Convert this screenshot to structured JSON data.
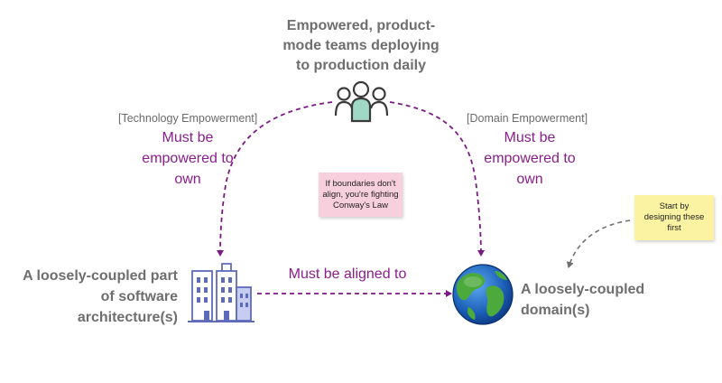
{
  "top_label": [
    "Empowered, product-",
    "mode teams deploying",
    "to production daily"
  ],
  "left_tag": "[Technology Empowerment]",
  "right_tag": "[Domain Empowerment]",
  "left_arrow_label": [
    "Must be",
    "empowered to",
    "own"
  ],
  "right_arrow_label": [
    "Must be",
    "empowered to",
    "own"
  ],
  "bottom_arrow_label": "Must be aligned to",
  "software_label": [
    "A loosely-coupled part",
    "of software",
    "architecture(s)"
  ],
  "domain_label": [
    "A loosely-coupled",
    "domain(s)"
  ],
  "pink_note": [
    "If boundaries don't",
    "align, you're fighting",
    "Conway's Law"
  ],
  "yellow_note": [
    "Start by",
    "designing these",
    "first"
  ],
  "colors": {
    "arrow": "#7b1a85",
    "grey_text": "#6e6e6e",
    "purple_text": "#8a1e8a",
    "pink_note": "#f8cfdc",
    "yellow_note": "#fbf3a2",
    "team_fill": "#9fd9c6",
    "building": "#6f7fc9"
  },
  "icons": [
    "team-icon",
    "buildings-icon",
    "globe-icon"
  ]
}
